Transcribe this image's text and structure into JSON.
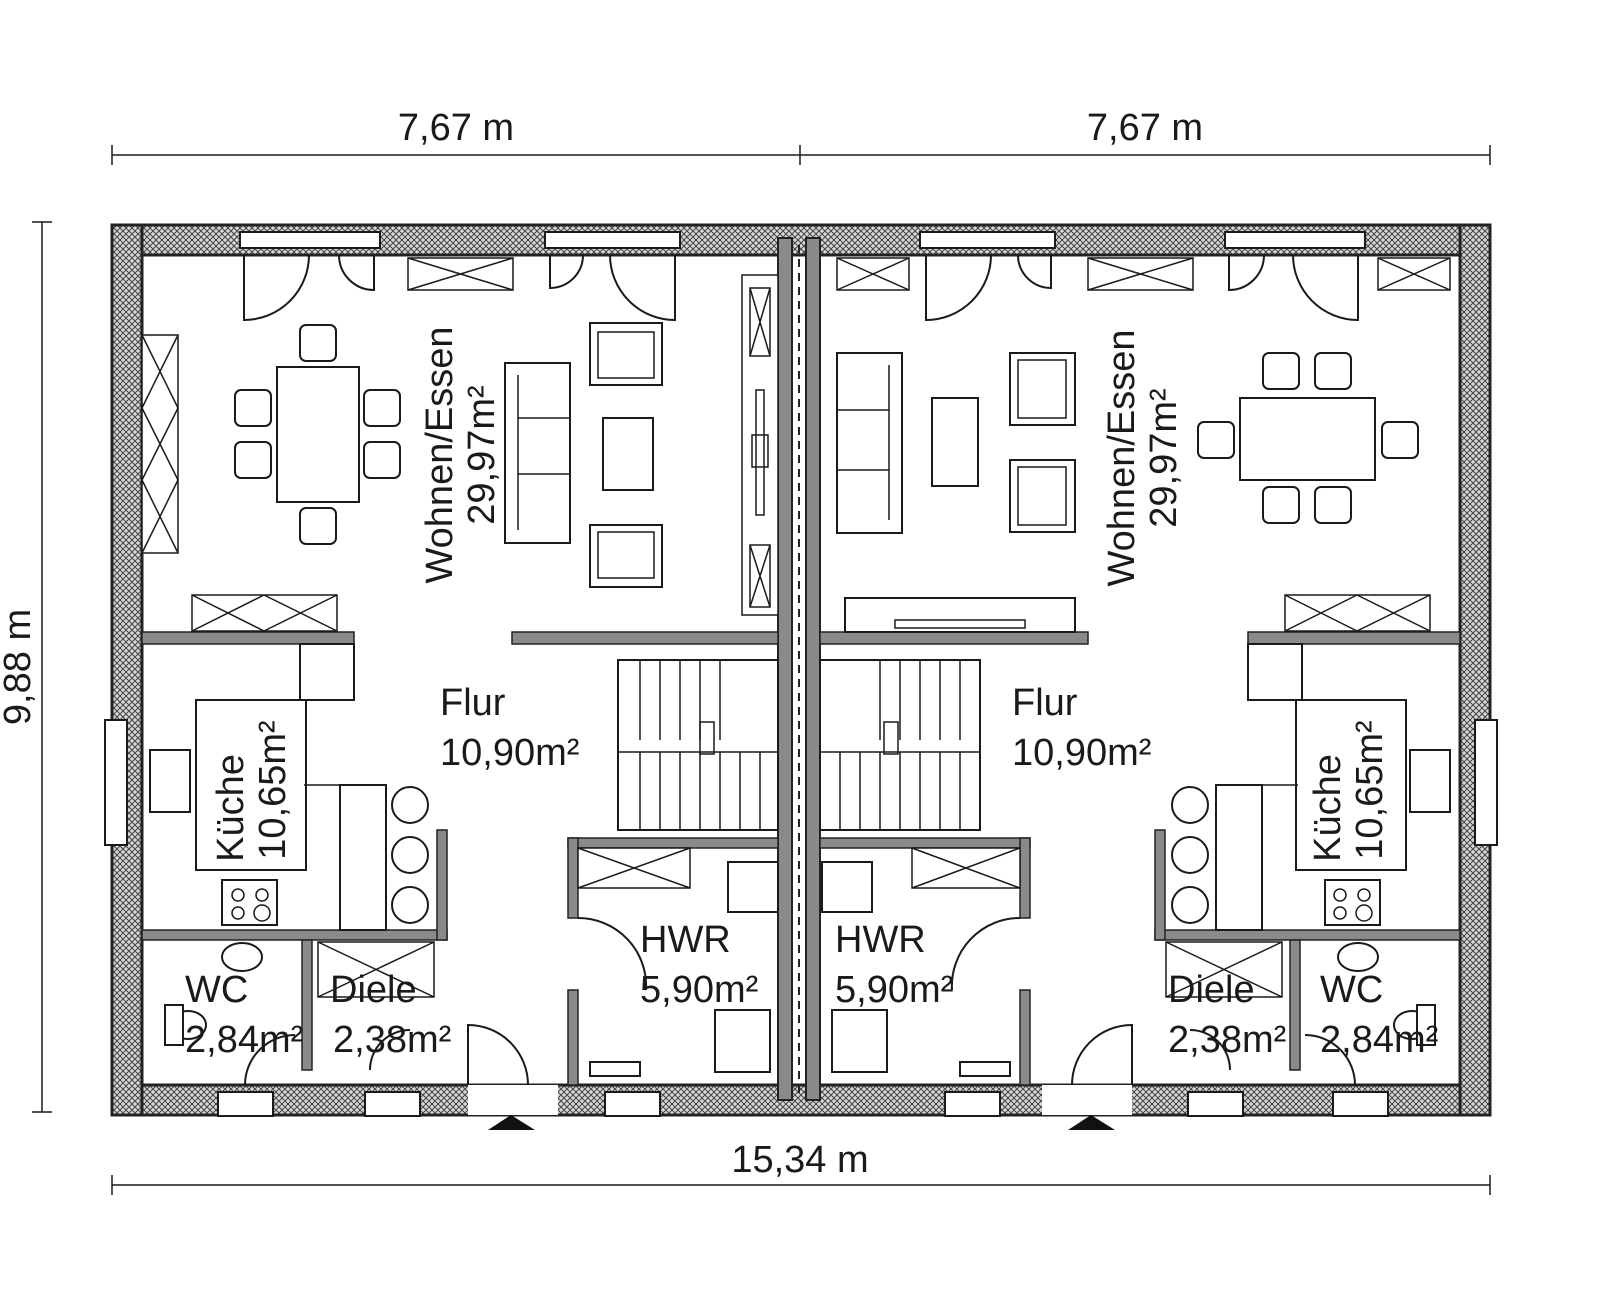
{
  "dimensions": {
    "top_left": "7,67 m",
    "top_right": "7,67 m",
    "left": "9,88 m",
    "bottom": "15,34 m"
  },
  "left_unit": {
    "wohnen": {
      "name": "Wohnen/Essen",
      "area": "29,97m²"
    },
    "flur": {
      "name": "Flur",
      "area": "10,90m²"
    },
    "kueche": {
      "name": "Küche",
      "area": "10,65m²"
    },
    "hwr": {
      "name": "HWR",
      "area": "5,90m²"
    },
    "wc": {
      "name": "WC",
      "area": "2,84m²"
    },
    "diele": {
      "name": "Diele",
      "area": "2,38m²"
    }
  },
  "right_unit": {
    "wohnen": {
      "name": "Wohnen/Essen",
      "area": "29,97m²"
    },
    "flur": {
      "name": "Flur",
      "area": "10,90m²"
    },
    "kueche": {
      "name": "Küche",
      "area": "10,65m²"
    },
    "hwr": {
      "name": "HWR",
      "area": "5,90m²"
    },
    "wc": {
      "name": "WC",
      "area": "2,84m²"
    },
    "diele": {
      "name": "Diele",
      "area": "2,38m²"
    }
  }
}
